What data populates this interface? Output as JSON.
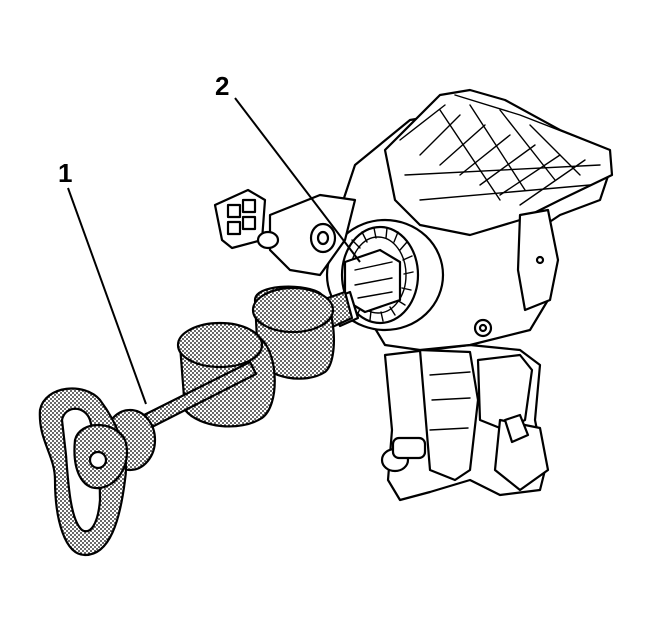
{
  "callouts": [
    {
      "id": "1",
      "label": "1"
    },
    {
      "id": "2",
      "label": "2"
    }
  ],
  "colors": {
    "ink": "#000000",
    "paper": "#ffffff",
    "stipple_fill": "#8c8c8c"
  }
}
